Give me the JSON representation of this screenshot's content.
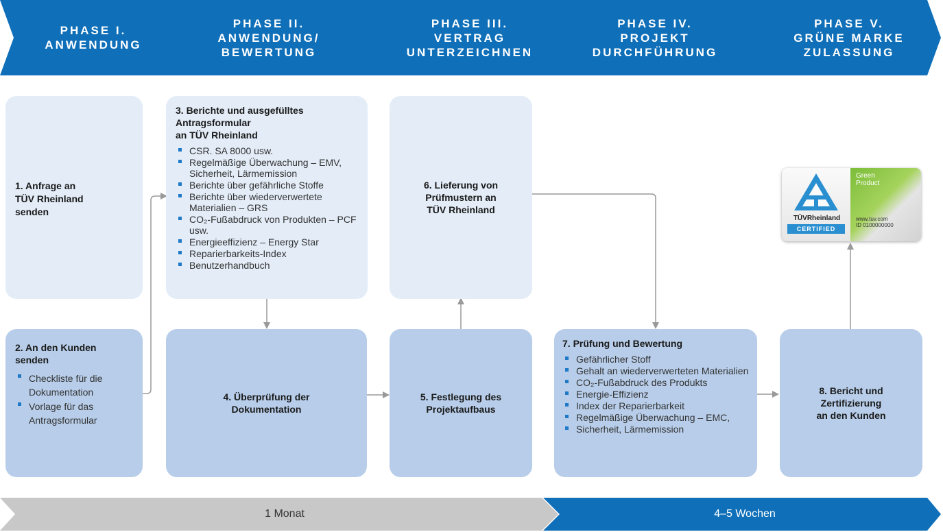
{
  "phases": [
    {
      "label": "PHASE I.\nANWENDUNG"
    },
    {
      "label": "PHASE II.\nANWENDUNG/\nBEWERTUNG"
    },
    {
      "label": "PHASE III.\nVERTRAG\nUNTERZEICHNEN"
    },
    {
      "label": "PHASE IV.\nPROJEKT\nDURCHFÜHRUNG"
    },
    {
      "label": "PHASE V.\nGRÜNE MARKE\nZULASSUNG"
    }
  ],
  "steps": {
    "s1": {
      "title": "1. Anfrage an\nTÜV Rheinland\nsenden"
    },
    "s2": {
      "title": "2. An den Kunden\nsenden",
      "items": [
        "Checkliste für die Dokumentation",
        "Vorlage für das Antragsformular"
      ]
    },
    "s3": {
      "title": "3. Berichte und ausgefülltes\nAntragsformular\nan TÜV Rheinland",
      "items": [
        "CSR. SA 8000 usw.",
        "Regelmäßige Überwachung – EMV, Sicherheit, Lärmemission",
        "Berichte über gefährliche Stoffe",
        "Berichte über wiederverwertete Materialien – GRS",
        "CO₂-Fußabdruck von Produkten – PCF usw.",
        "Energieeffizienz – Energy Star",
        "Reparierbarkeits-Index",
        "Benutzerhandbuch"
      ]
    },
    "s4": {
      "title": "4. Überprüfung der\nDokumentation"
    },
    "s5": {
      "title": "5. Festlegung des\nProjektaufbaus"
    },
    "s6": {
      "title": "6. Lieferung von\nPrüfmustern an\nTÜV Rheinland"
    },
    "s7": {
      "title": "7. Prüfung und Bewertung",
      "items": [
        "Gefährlicher Stoff",
        "Gehalt an wiederverwerteten Materialien",
        "CO₂-Fußabdruck des Produkts",
        "Energie-Effizienz",
        "Index der Reparierbarkeit",
        "Regelmäßige Überwachung – EMC,",
        "Sicherheit, Lärmemission"
      ]
    },
    "s8": {
      "title": "8. Bericht und\nZertifizierung\nan den Kunden"
    }
  },
  "badge": {
    "brand": "TÜVRheinland",
    "certified": "CERTIFIED",
    "green_product": "Green\nProduct",
    "website": "www.tuv.com",
    "id": "ID 0100000000"
  },
  "timeline": {
    "first": "1 Monat",
    "second": "4–5 Wochen"
  },
  "colors": {
    "phase_blue": "#0f6fb9",
    "light_box": "#e3ecf7",
    "mid_box": "#b7cde9",
    "timeline_gray": "#c8c8c8",
    "timeline_blue": "#0f6fb9",
    "connector": "#999999"
  }
}
